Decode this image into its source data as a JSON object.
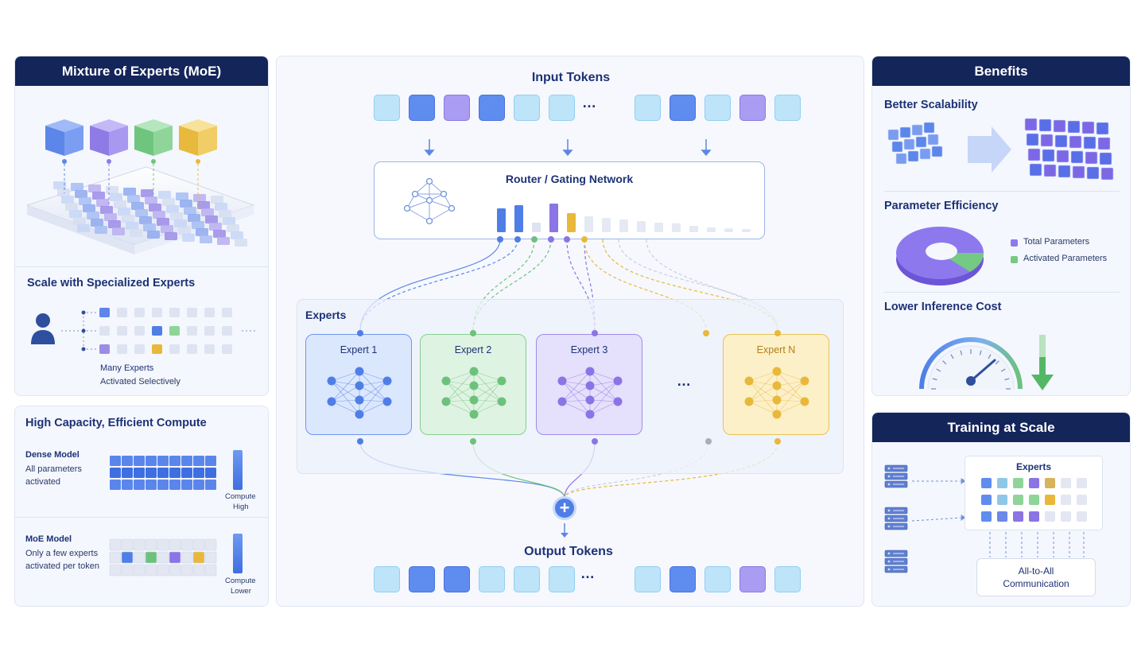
{
  "left": {
    "title": "Mixture of Experts (MoE)",
    "scale_title": "Scale with Specialized Experts",
    "scale_caption_1": "Many Experts",
    "scale_caption_2": "Activated Selectively",
    "capacity_title": "High Capacity, Efficient Compute",
    "dense_title": "Dense Model",
    "dense_desc_1": "All parameters",
    "dense_desc_2": "activated",
    "dense_compute_1": "Compute",
    "dense_compute_2": "High",
    "moe_title": "MoE Model",
    "moe_desc_1": "Only a few experts",
    "moe_desc_2": "activated per token",
    "moe_compute_1": "Compute",
    "moe_compute_2": "Lower"
  },
  "center": {
    "input_title": "Input Tokens",
    "router_title": "Router / Gating Network",
    "experts_title": "Experts",
    "expert_labels": [
      "Expert 1",
      "Expert 2",
      "Expert 3",
      "Expert N"
    ],
    "ellipsis": "…",
    "expert_ellipsis": "…",
    "output_title": "Output Tokens",
    "combine_symbol": "+",
    "gate_bars": [
      0.75,
      0.85,
      0.3,
      0.9,
      0.6,
      0.5,
      0.45,
      0.4,
      0.35,
      0.3,
      0.28,
      0.2,
      0.15,
      0.12,
      0.1
    ]
  },
  "right": {
    "benefits_title": "Benefits",
    "scal_title": "Better Scalability",
    "param_title": "Parameter Efficiency",
    "legend_total": "Total Parameters",
    "legend_active": "Activated Parameters",
    "cost_title": "Lower Inference Cost",
    "training_title": "Training at Scale",
    "experts_label": "Experts",
    "comm_1": "All-to-All",
    "comm_2": "Communication"
  },
  "colors": {
    "navy": "#14255a",
    "blue": "#4f7fe6",
    "green": "#6cc27b",
    "purple": "#8b74e6",
    "gold": "#e9b83a"
  }
}
